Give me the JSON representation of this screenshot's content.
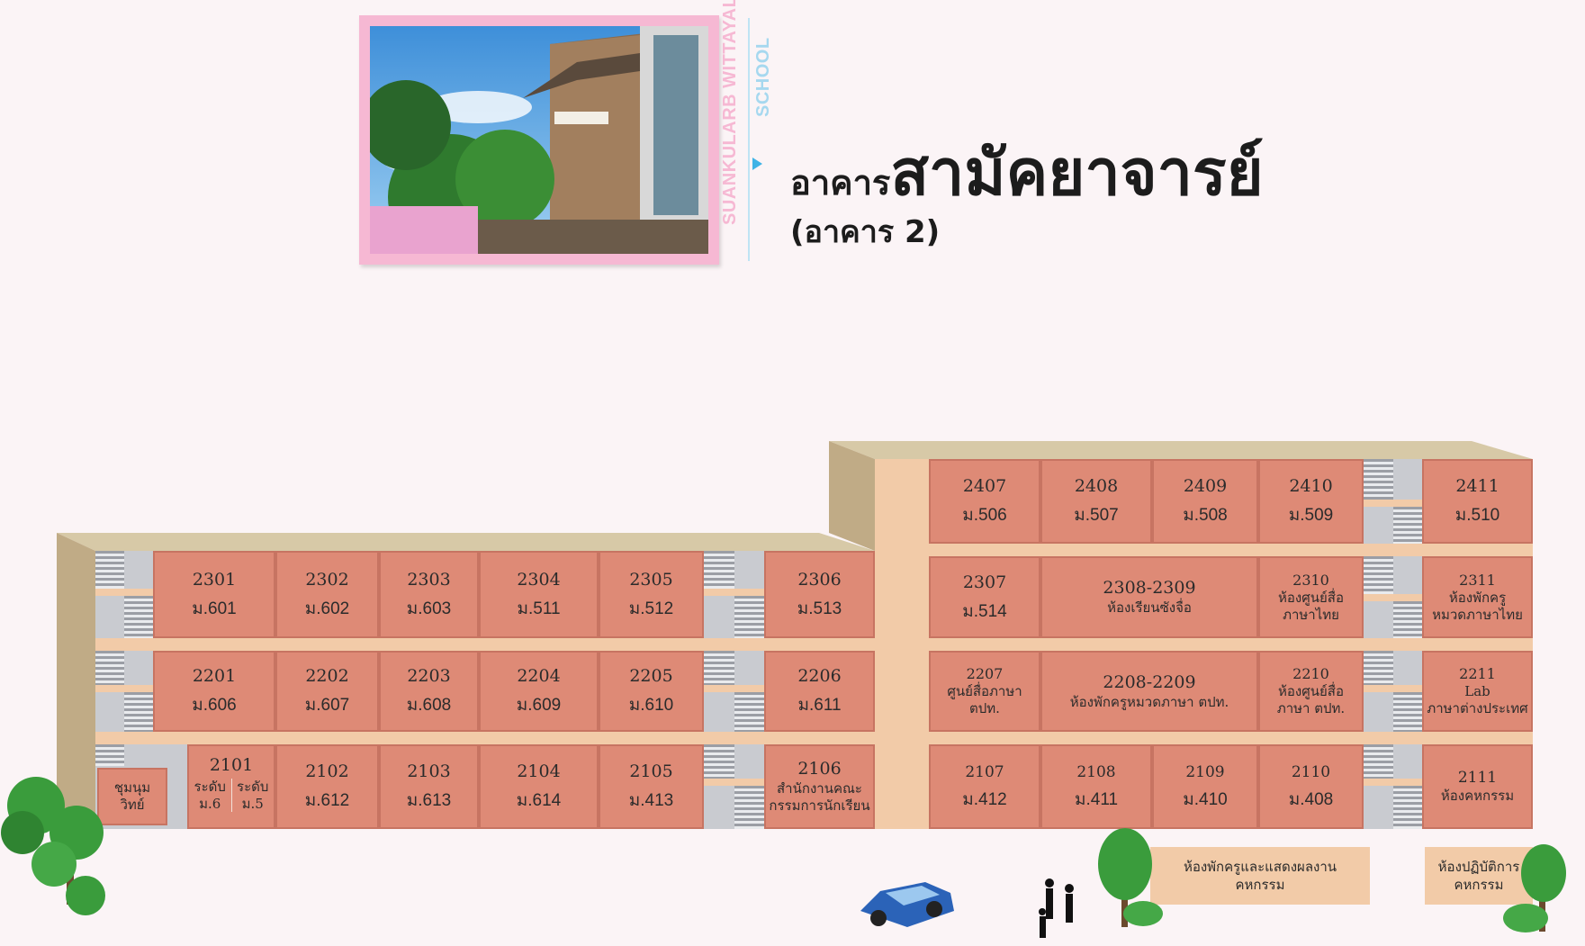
{
  "header": {
    "school_line1": "SUANKULARB WITTAYALAI",
    "school_line2": "SCHOOL",
    "title_prefix": "อาคาร",
    "title_main": "สามัคยาจารย์",
    "subtitle": "(อาคาร 2)"
  },
  "rooms": {
    "r2301": {
      "num": "2301",
      "cls": "ม.601"
    },
    "r2302": {
      "num": "2302",
      "cls": "ม.602"
    },
    "r2303": {
      "num": "2303",
      "cls": "ม.603"
    },
    "r2304": {
      "num": "2304",
      "cls": "ม.511"
    },
    "r2305": {
      "num": "2305",
      "cls": "ม.512"
    },
    "r2306": {
      "num": "2306",
      "cls": "ม.513"
    },
    "r2201": {
      "num": "2201",
      "cls": "ม.606"
    },
    "r2202": {
      "num": "2202",
      "cls": "ม.607"
    },
    "r2203": {
      "num": "2203",
      "cls": "ม.608"
    },
    "r2204": {
      "num": "2204",
      "cls": "ม.609"
    },
    "r2205": {
      "num": "2205",
      "cls": "ม.610"
    },
    "r2206": {
      "num": "2206",
      "cls": "ม.611"
    },
    "club": {
      "line1": "ชุมนุม",
      "line2": "วิทย์"
    },
    "r2101": {
      "num": "2101",
      "a1": "ระดับ",
      "a2": "ม.6",
      "b1": "ระดับ",
      "b2": "ม.5"
    },
    "r2102": {
      "num": "2102",
      "cls": "ม.612"
    },
    "r2103": {
      "num": "2103",
      "cls": "ม.613"
    },
    "r2104": {
      "num": "2104",
      "cls": "ม.614"
    },
    "r2105": {
      "num": "2105",
      "cls": "ม.413"
    },
    "r2106": {
      "num": "2106",
      "line1": "สำนักงานคณะ",
      "line2": "กรรมการนักเรียน"
    },
    "r2407": {
      "num": "2407",
      "cls": "ม.506"
    },
    "r2408": {
      "num": "2408",
      "cls": "ม.507"
    },
    "r2409": {
      "num": "2409",
      "cls": "ม.508"
    },
    "r2410": {
      "num": "2410",
      "cls": "ม.509"
    },
    "r2411": {
      "num": "2411",
      "cls": "ม.510"
    },
    "r2307": {
      "num": "2307",
      "cls": "ม.514"
    },
    "r2308": {
      "num": "2308-2309",
      "line1": "ห้องเรียนซังจื่อ"
    },
    "r2310": {
      "num": "2310",
      "line1": "ห้องศูนย์สื่อ",
      "line2": "ภาษาไทย"
    },
    "r2311": {
      "num": "2311",
      "line1": "ห้องพักครู",
      "line2": "หมวดภาษาไทย"
    },
    "r2207": {
      "num": "2207",
      "line1": "ศูนย์สื่อภาษา",
      "line2": "ตปท."
    },
    "r2208": {
      "num": "2208-2209",
      "line1": "ห้องพักครูหมวดภาษา ตปท."
    },
    "r2210": {
      "num": "2210",
      "line1": "ห้องศูนย์สื่อ",
      "line2": "ภาษา ตปท."
    },
    "r2211": {
      "num": "2211",
      "line1": "Lab",
      "line2": "ภาษาต่างประเทศ"
    },
    "r2107": {
      "num": "2107",
      "cls": "ม.412"
    },
    "r2108": {
      "num": "2108",
      "cls": "ม.411"
    },
    "r2109": {
      "num": "2109",
      "cls": "ม.410"
    },
    "r2110": {
      "num": "2110",
      "cls": "ม.408"
    },
    "r2111": {
      "num": "2111",
      "line1": "ห้องคหกรรม"
    }
  },
  "notes": {
    "home_ec_exhibit": {
      "line1": "ห้องพักครูและแสดงผลงาน",
      "line2": "คหกรรม"
    },
    "home_ec_lab": {
      "line1": "ห้องปฏิบัติการ",
      "line2": "คหกรรม"
    }
  },
  "colors": {
    "room": "#de8a76",
    "floor_band": "#f2cba8",
    "roof": "#d7c9a7",
    "wall_side": "#c0ab86",
    "frame_pink": "#f6b8d3",
    "school_pink": "#f6b8d3",
    "school_blue": "#a6d8ef",
    "car": "#2b63b8",
    "tree": "#3a9c3c"
  },
  "icons": [
    "tree-icon",
    "car-icon",
    "person-icon"
  ]
}
